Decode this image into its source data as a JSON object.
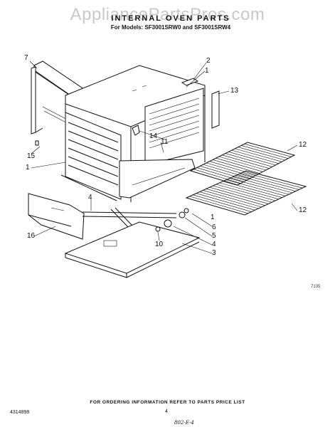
{
  "watermark": "AppliancePartsPros.com",
  "title": "INTERNAL OVEN PARTS",
  "models": "For Models: SF3001SRW0 and SF3001SRW4",
  "callouts": [
    "1",
    "1",
    "1",
    "2",
    "3",
    "4",
    "4",
    "5",
    "6",
    "7",
    "10",
    "11",
    "12",
    "12",
    "13",
    "14",
    "15",
    "16"
  ],
  "diagram_ref": "7135",
  "footer": "FOR ORDERING INFORMATION REFER TO PARTS PRICE LIST",
  "part_number": "4314898",
  "page_number": "4",
  "handwritten_note": "802-E-4"
}
